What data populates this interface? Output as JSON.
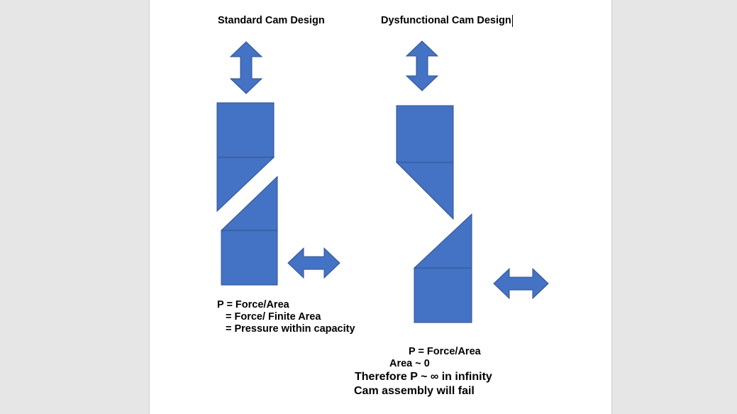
{
  "left_column": {
    "title": "Standard Cam Design",
    "lines": [
      "P = Force/Area",
      "= Force/ Finite Area",
      "= Pressure within capacity"
    ]
  },
  "right_column": {
    "title": "Dysfunctional Cam Design",
    "lines": [
      "P = Force/Area",
      "Area ~ 0",
      "Therefore P ~ ∞ in infinity",
      "Cam assembly will fail"
    ]
  },
  "colors": {
    "shape_fill": "#4472c4",
    "shape_stroke": "#2f528f",
    "page_background": "#ffffff",
    "app_background": "#e6e6e6"
  },
  "icons": [
    "vertical-double-arrow",
    "horizontal-double-arrow"
  ]
}
